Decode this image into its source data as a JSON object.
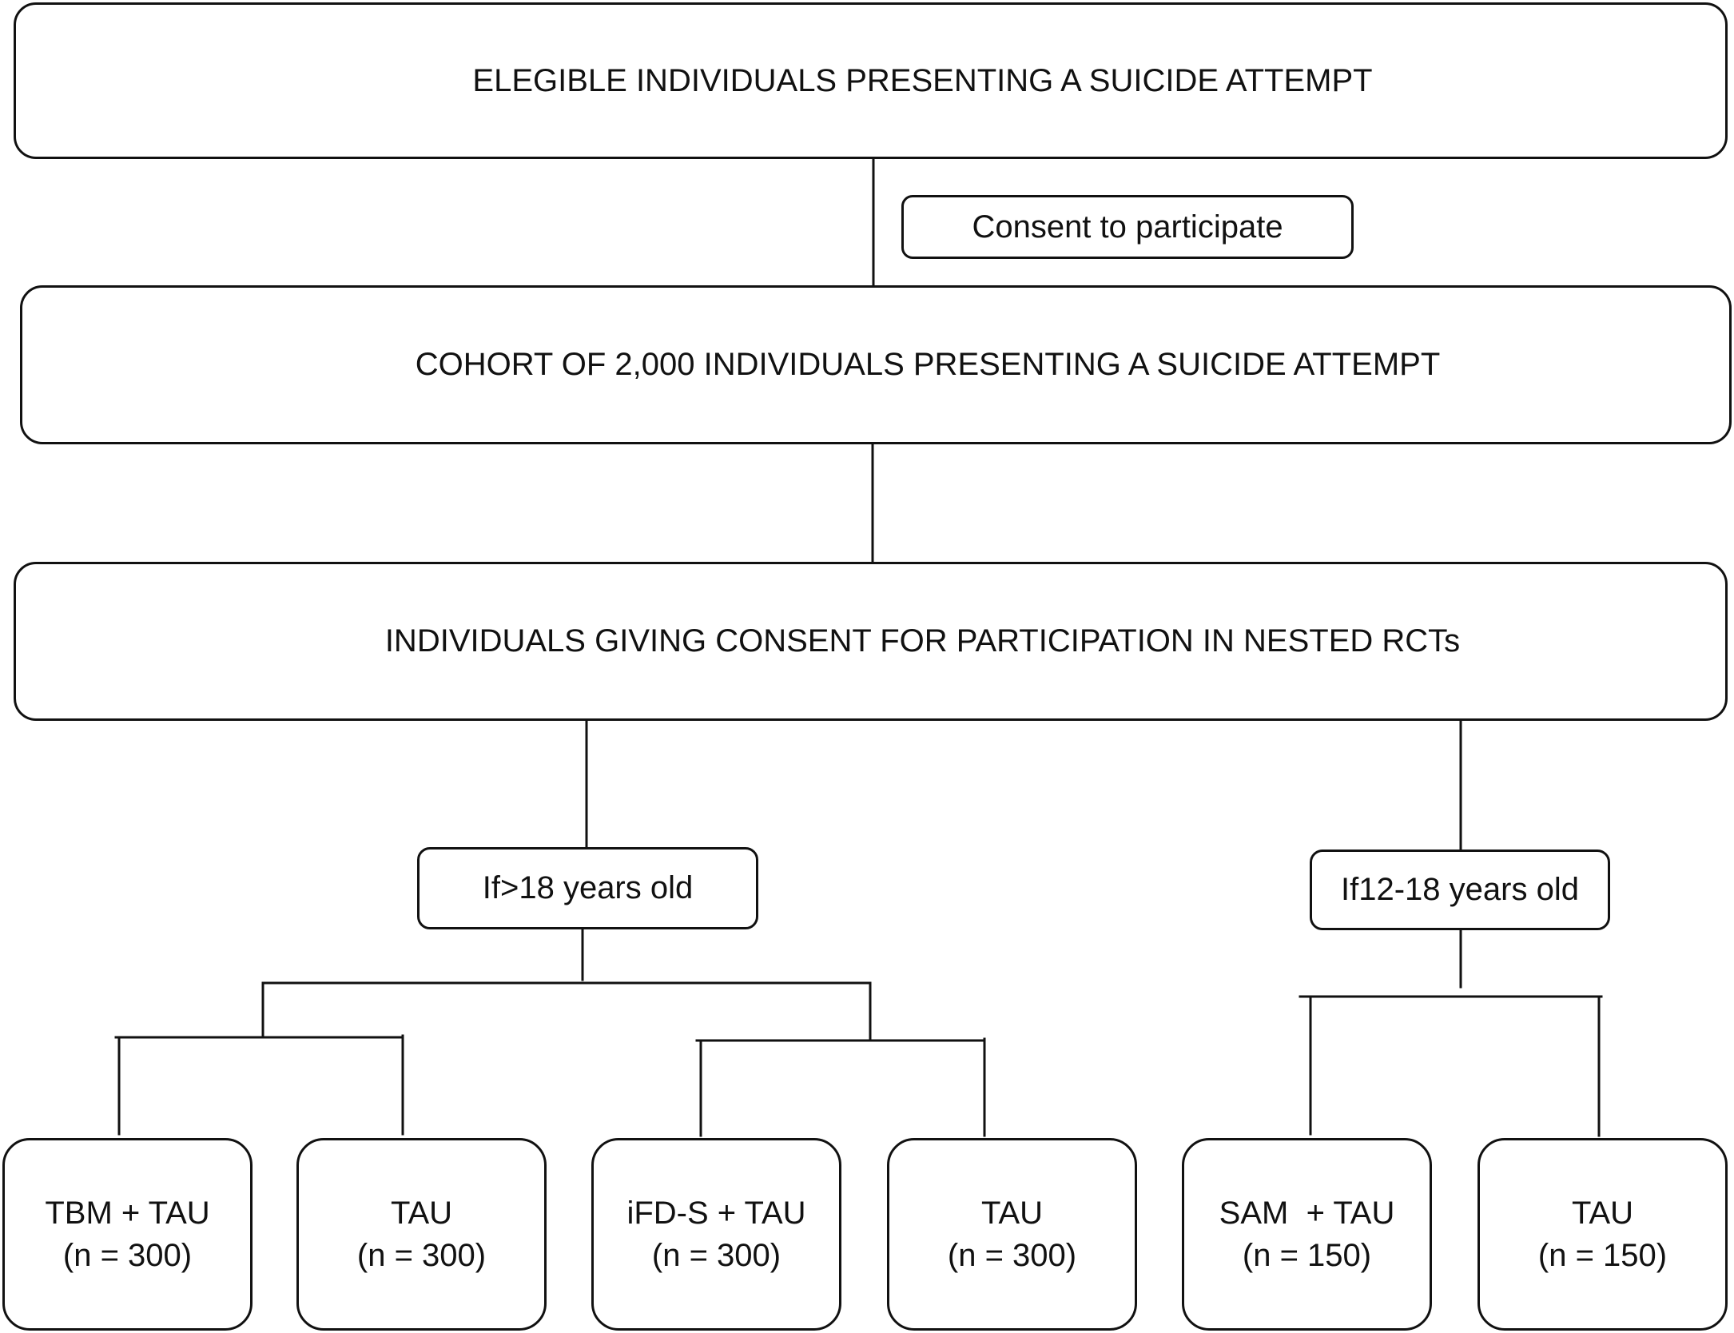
{
  "top_box": {
    "label": "ELEGIBLE INDIVIDUALS PRESENTING A SUICIDE ATTEMPT"
  },
  "consent_box": {
    "label": "Consent to participate"
  },
  "cohort_box": {
    "label": "COHORT OF 2,000 INDIVIDUALS PRESENTING A SUICIDE ATTEMPT"
  },
  "nested_box": {
    "label": "INDIVIDUALS GIVING CONSENT FOR PARTICIPATION IN NESTED RCTs"
  },
  "branches": {
    "adult": {
      "label": "If>18 years old"
    },
    "adolescent": {
      "label": "If12-18 years old"
    }
  },
  "arms": [
    {
      "label": "TBM + TAU",
      "n": "(n = 300)"
    },
    {
      "label": "TAU",
      "n": "(n = 300)"
    },
    {
      "label": "iFD-S + TAU",
      "n": "(n = 300)"
    },
    {
      "label": "TAU",
      "n": "(n = 300)"
    },
    {
      "label": "SAM  + TAU",
      "n": "(n = 150)"
    },
    {
      "label": "TAU",
      "n": "(n = 150)"
    }
  ]
}
